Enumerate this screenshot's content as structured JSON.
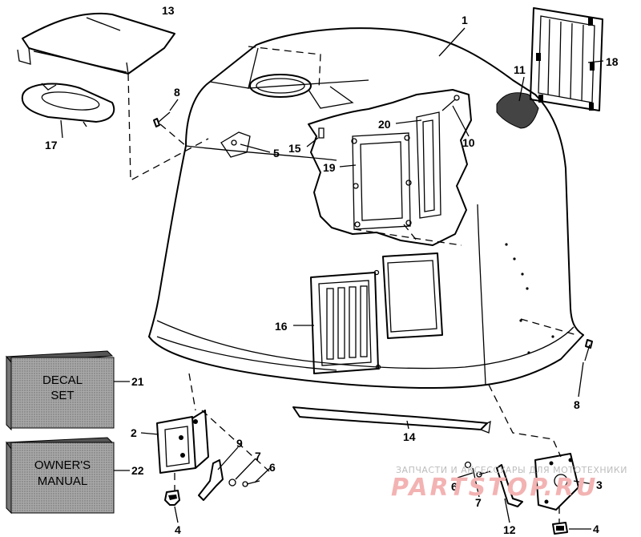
{
  "callouts": {
    "n1": "1",
    "n2": "2",
    "n3": "3",
    "n4a": "4",
    "n4b": "4",
    "n5": "5",
    "n6a": "6",
    "n6b": "6",
    "n7a": "7",
    "n7b": "7",
    "n8a": "8",
    "n8b": "8",
    "n9": "9",
    "n10": "10",
    "n11": "11",
    "n12": "12",
    "n13": "13",
    "n14": "14",
    "n15": "15",
    "n16": "16",
    "n17": "17",
    "n18": "18",
    "n19": "19",
    "n20": "20",
    "n21": "21",
    "n22": "22"
  },
  "decal_box": {
    "line1": "DECAL",
    "line2": "SET"
  },
  "manual_box": {
    "line1": "OWNER'S",
    "line2": "MANUAL"
  },
  "watermark": {
    "small": "ЗАПЧАСТИ И АКСЕССУАРЫ ДЛЯ МОТОТЕХНИКИ",
    "large": "PARTSTOP.RU"
  }
}
